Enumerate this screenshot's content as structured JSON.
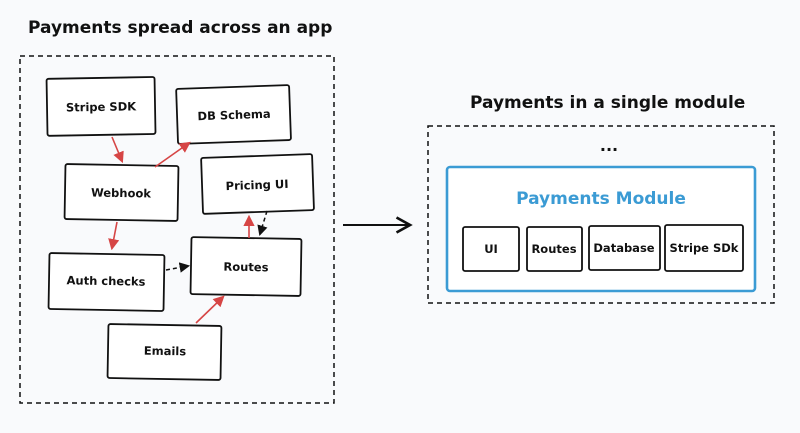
{
  "left_panel": {
    "title": "Payments spread across an app",
    "boxes": {
      "stripe_sdk": "Stripe SDK",
      "db_schema": "DB Schema",
      "webhook": "Webhook",
      "pricing_ui": "Pricing UI",
      "auth_checks": "Auth checks",
      "routes": "Routes",
      "emails": "Emails"
    }
  },
  "right_panel": {
    "title": "Payments in a single module",
    "ellipsis": "...",
    "module_title": "Payments Module",
    "items": {
      "ui": "UI",
      "routes": "Routes",
      "database": "Database",
      "stripe_sdk": "Stripe SDk"
    }
  },
  "colors": {
    "module_accent": "#3b9bd4",
    "dependency_arrow": "#d64545",
    "ink": "#111111"
  }
}
